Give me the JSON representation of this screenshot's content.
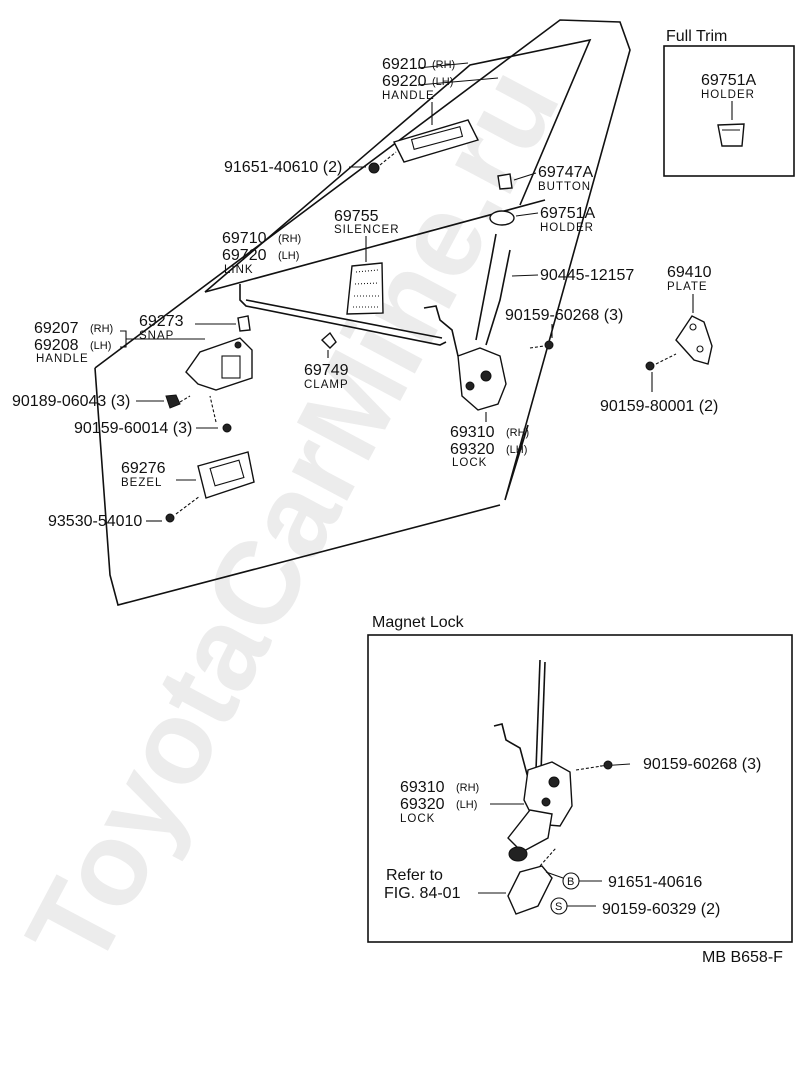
{
  "watermark": "ToyotaCarMine.ru",
  "sections": {
    "full_trim": "Full Trim",
    "magnet_lock": "Magnet Lock"
  },
  "parts": {
    "full_trim_holder": {
      "number": "69751A",
      "name": "HOLDER"
    },
    "handle_outer": {
      "number_rh": "69210",
      "suffix_rh": "(RH)",
      "number_lh": "69220",
      "suffix_lh": "(LH)",
      "name": "HANDLE"
    },
    "screw_handle": {
      "number": "91651-40610 (2)"
    },
    "button": {
      "number": "69747A",
      "name": "BUTTON"
    },
    "holder": {
      "number": "69751A",
      "name": "HOLDER"
    },
    "silencer": {
      "number": "69755",
      "name": "SILENCER"
    },
    "link": {
      "number_rh": "69710",
      "suffix_rh": "(RH)",
      "number_lh": "69720",
      "suffix_lh": "(LH)",
      "name": "LINK"
    },
    "rod": {
      "number": "90445-12157"
    },
    "plate": {
      "number": "69410",
      "name": "PLATE"
    },
    "screw_lock": {
      "number": "90159-60268 (3)"
    },
    "handle_inner": {
      "number_rh": "69207",
      "suffix_rh": "(RH)",
      "number_lh": "69208",
      "suffix_lh": "(LH)",
      "name": "HANDLE"
    },
    "snap": {
      "number": "69273",
      "name": "SNAP"
    },
    "clamp": {
      "number": "69749",
      "name": "CLAMP"
    },
    "nut": {
      "number": "90189-06043 (3)"
    },
    "screw_handle_inner": {
      "number": "90159-60014 (3)"
    },
    "screw_plate": {
      "number": "90159-80001 (2)"
    },
    "lock": {
      "number_rh": "69310",
      "suffix_rh": "(RH)",
      "number_lh": "69320",
      "suffix_lh": "(LH)",
      "name": "LOCK"
    },
    "bezel": {
      "number": "69276",
      "name": "BEZEL"
    },
    "screw_bezel": {
      "number": "93530-54010"
    }
  },
  "magnet_lock": {
    "screw": {
      "number": "90159-60268 (3)"
    },
    "lock": {
      "number_rh": "69310",
      "suffix_rh": "(RH)",
      "number_lh": "69320",
      "suffix_lh": "(LH)",
      "name": "LOCK"
    },
    "refer_line1": "Refer to",
    "refer_line2": "FIG. 84-01",
    "bolt_b": {
      "marker": "B",
      "number": "91651-40616"
    },
    "screw_s": {
      "marker": "S",
      "number": "90159-60329 (2)"
    }
  },
  "figure_code": "MB  B658-F"
}
